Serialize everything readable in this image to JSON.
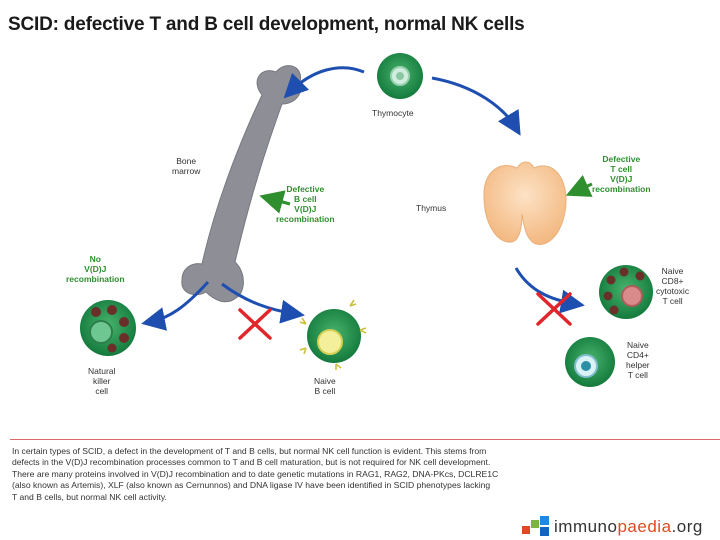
{
  "title": "SCID: defective T and B cell development, normal NK cells",
  "labels": {
    "thymocyte": "Thymocyte",
    "bone_marrow": [
      "Bone",
      "marrow"
    ],
    "thymus": "Thymus",
    "defective_b": [
      "Defective",
      "B cell",
      "V(D)J",
      "recombination"
    ],
    "defective_t": [
      "Defective",
      "T cell",
      "V(D)J",
      "recombination"
    ],
    "no_vdj": [
      "No",
      "V(D)J",
      "recombination"
    ],
    "nk_cell": [
      "Natural",
      "killer",
      "cell"
    ],
    "b_cell": [
      "Naive",
      "B cell"
    ],
    "cd8_cell": [
      "Naive",
      "CD8+",
      "cytotoxic",
      "T cell"
    ],
    "cd4_cell": [
      "Naive",
      "CD4+",
      "helper",
      "T cell"
    ]
  },
  "caption": [
    "In certain types of SCID, a defect in the development of T and B cells, but normal NK cell function is evident. This stems from",
    "defects in the V(D)J recombination processes common to T and B cell maturation, but is not required for NK cell development.",
    "There are many proteins involved in V(D)J recombination and to date genetic mutations in RAG1, RAG2, DNA-PKcs, DCLRE1C",
    "(also known as Artemis), XLF (also known as Cernunnos) and DNA ligase IV have been identified in SCID phenotypes lacking",
    "T and B cells, but normal NK cell activity."
  ],
  "logo": {
    "prefix": "immuno",
    "highlight": "paedia",
    "suffix": ".org"
  },
  "colors": {
    "arrow": "#1e4fb0",
    "cross": "#e0262a",
    "label_green": "#2f8f2f",
    "cell_green": "#1f8a4a",
    "bone": "#8e8f96",
    "thymus": "#f7c79a"
  }
}
